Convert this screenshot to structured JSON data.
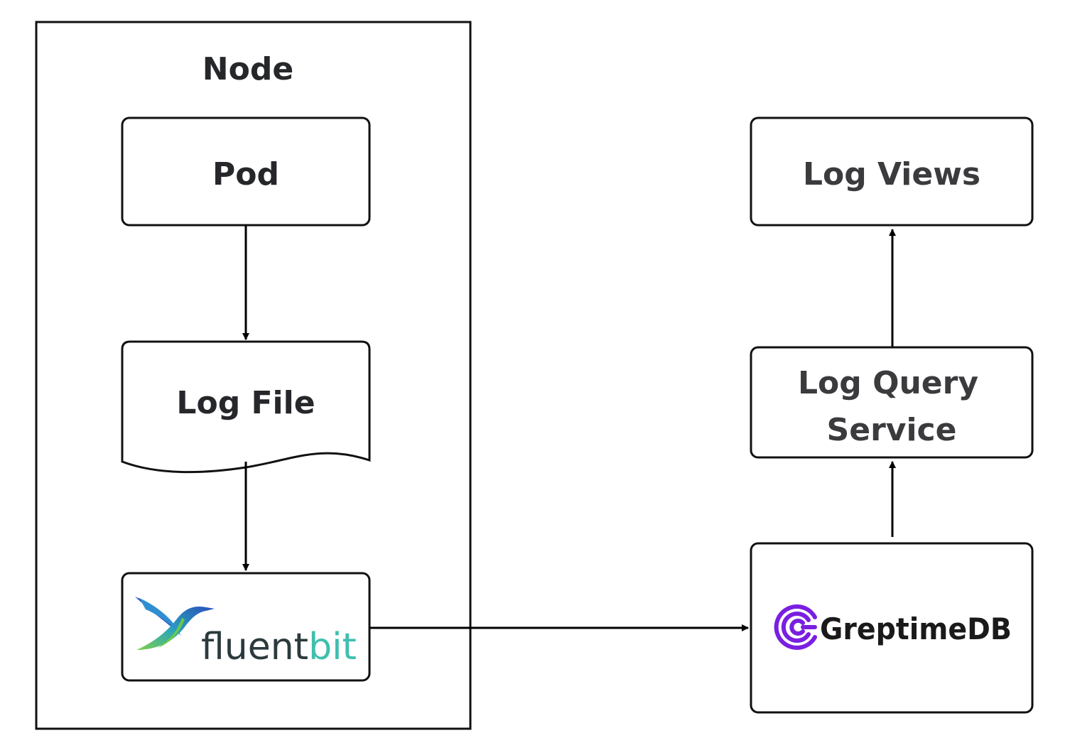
{
  "diagram": {
    "node_container": {
      "title": "Node"
    },
    "pod": {
      "label": "Pod"
    },
    "log_file": {
      "label": "Log File"
    },
    "fluentbit": {
      "label": "fluentbit",
      "label_parts": [
        "fluent",
        "bit"
      ],
      "colors": {
        "text": "#2c3a3d",
        "accent": "#3fbfae",
        "bird_dark": "#2a4fbf",
        "bird_mid": "#2f8ed1",
        "bird_light": "#6cc94b"
      }
    },
    "greptimedb": {
      "label": "GreptimeDB",
      "colors": {
        "mark": "#7a1fe0",
        "text": "#1a1a1a"
      }
    },
    "log_query_service": {
      "label_line1": "Log Query",
      "label_line2": "Service"
    },
    "log_views": {
      "label": "Log Views"
    }
  }
}
